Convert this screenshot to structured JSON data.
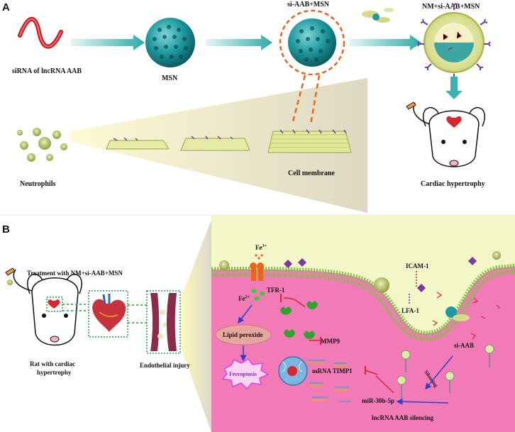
{
  "panel_a": {
    "letter": "A",
    "labels": {
      "sirna": "siRNA of lncRNA AAB",
      "msn": "MSN",
      "si_aab_msn": "si-AAB+MSN",
      "nm_si_aab_msn": "NM+si-AAB+MSN",
      "neutrophils": "Neutrophils",
      "cell_membrane": "Cell membrane",
      "cardiac_hypertrophy": "Cardiac hypertrophy"
    }
  },
  "panel_b": {
    "letter": "B",
    "labels": {
      "treatment": "Treatment with NM+si-AAB+MSN",
      "rat_line1": "Rat with cardiac",
      "rat_line2": "hypertrophy",
      "endothelial_injury": "Endothelial injury",
      "fe3": "Fe",
      "fe3_sup": "3+",
      "fe2": "Fe",
      "fe2_sup": "2+",
      "tfr1": "TFR-1",
      "lipid_peroxide": "Lipid peroxide",
      "ferroptosis": "Ferroptosis",
      "mmp9": "MMP9",
      "mrna_timp1": "mRNA TIMP1",
      "mir30b": "miR-30b-5p",
      "icam1": "ICAM-1",
      "lfa1": "LFA-1",
      "si_aab": "si-AAB",
      "silencing": "Silencing",
      "lncrna_silencing": "lncRNA AAB silencing"
    }
  },
  "colors": {
    "teal": "#1e9aa0",
    "arrow": "#3cb3b0",
    "orange": "#e8641f",
    "pink_cell": "#f27bb7",
    "membrane_green": "#7dc142",
    "yellow_bg": "#f3f7c8",
    "red_inhibit": "#d9262b",
    "blue_arrow": "#2f3fc9",
    "ferroptosis_pink": "#e23ee0"
  }
}
